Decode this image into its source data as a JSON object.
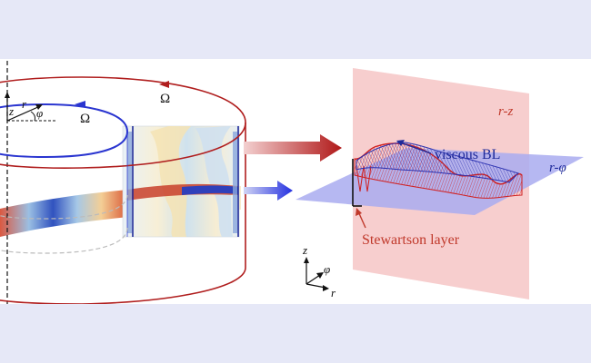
{
  "figure": {
    "omega_outer": "Ω",
    "omega_inner": "Ω",
    "axis_z": "z",
    "axis_r": "r",
    "axis_phi": "φ",
    "plane_rz": "r-z",
    "plane_rphi": "r-φ",
    "viscous_bl": "viscous BL",
    "stewartson_layer": "Stewartson layer",
    "triad_z": "z",
    "triad_phi": "φ",
    "triad_r": "r"
  },
  "colors": {
    "outer_cylinder": "#b01e1e",
    "inner_cylinder": "#2a35d0",
    "rz_plane": "#f6c9c9",
    "rphi_plane": "#a9acf0",
    "background": "#e6e8f7",
    "label_red": "#c0392b",
    "label_blue": "#1f2a9a"
  }
}
